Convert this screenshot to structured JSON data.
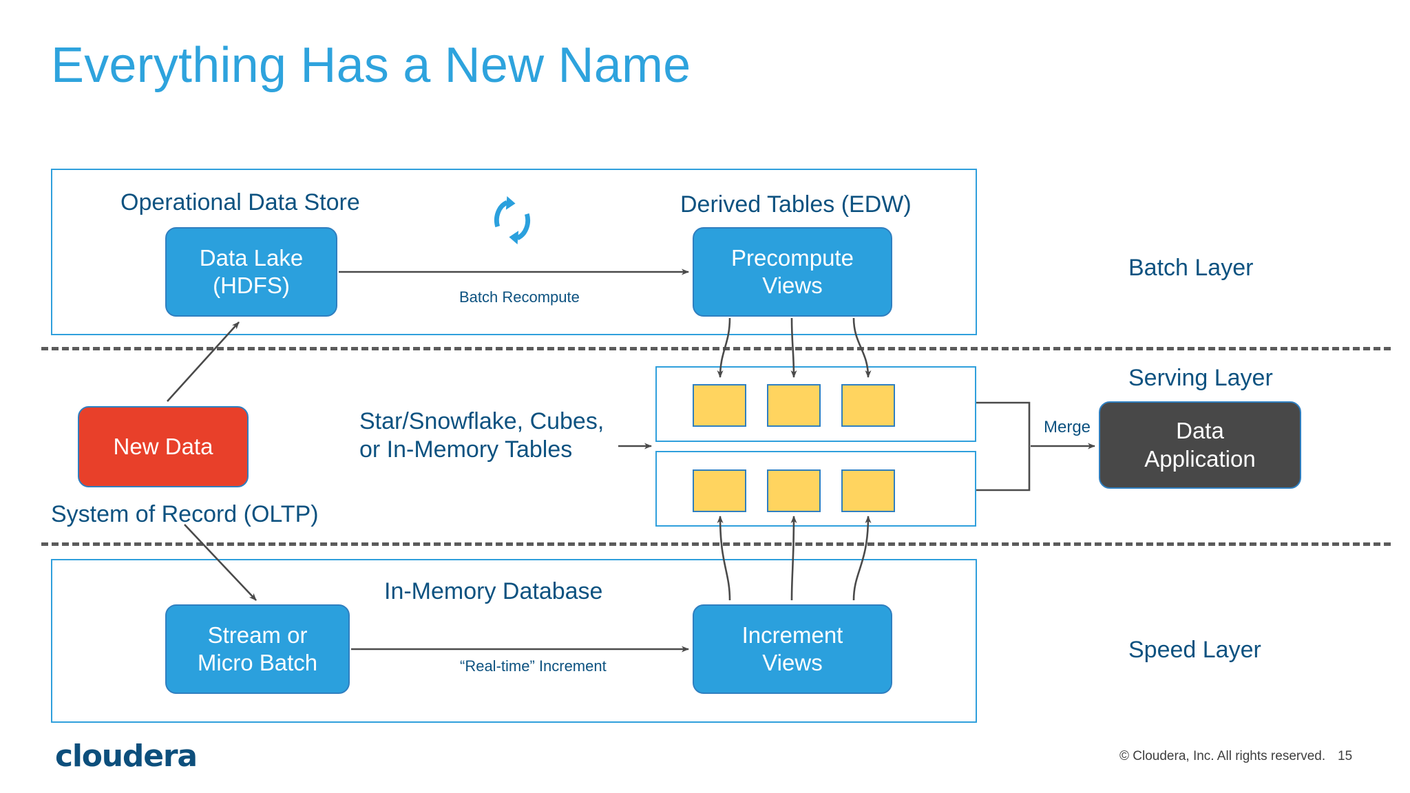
{
  "slide": {
    "title": "Everything Has a New Name",
    "title_color": "#2ea3dd",
    "page_number": "15",
    "copyright": "© Cloudera, Inc. All rights reserved.",
    "logo_text": "cloudera"
  },
  "colors": {
    "title_blue": "#2ea3dd",
    "node_blue": "#2ba0dd",
    "node_red": "#e8402a",
    "node_dark": "#484848",
    "tile_yellow": "#ffd45f",
    "label_blue": "#0d5280",
    "panel_border": "#2f9fdc",
    "connector_gray": "#4a4a4a"
  },
  "layers": [
    {
      "name": "batch",
      "label": "Batch Layer"
    },
    {
      "name": "serving",
      "label": "Serving Layer"
    },
    {
      "name": "speed",
      "label": "Speed Layer"
    }
  ],
  "batch_layer": {
    "left_heading": "Operational Data Store",
    "right_heading": "Derived Tables (EDW)",
    "source_node": "Data Lake\n(HDFS)",
    "source_node_line1": "Data Lake",
    "source_node_line2": "(HDFS)",
    "target_node_line1": "Precompute",
    "target_node_line2": "Views",
    "arrow_label": "Batch Recompute",
    "cycle_icon": "refresh-cycle-icon"
  },
  "serving_layer": {
    "caption_line1": "Star/Snowflake, Cubes,",
    "caption_line2": "or In-Memory Tables",
    "merge_label": "Merge",
    "app_node_line1": "Data",
    "app_node_line2": "Application",
    "tile_rows": [
      {
        "row": "top",
        "tiles": [
          "",
          "",
          ""
        ]
      },
      {
        "row": "bottom",
        "tiles": [
          "",
          "",
          ""
        ]
      }
    ]
  },
  "speed_layer": {
    "heading": "In-Memory Database",
    "source_node_line1": "Stream or",
    "source_node_line2": "Micro Batch",
    "target_node_line1": "Increment",
    "target_node_line2": "Views",
    "arrow_label": "“Real-time” Increment"
  },
  "ingest": {
    "new_data_label": "New Data",
    "system_of_record": "System of Record (OLTP)"
  }
}
